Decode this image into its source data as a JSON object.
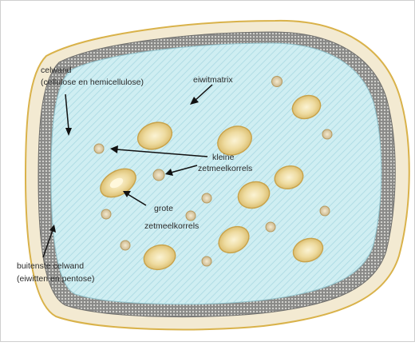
{
  "figure": {
    "colors": {
      "outer_wall_fill": "#f3ead2",
      "outer_wall_stroke": "#d9b24a",
      "cell_wall_fill": "#7a7a78",
      "matrix_fill": "#cfeef2",
      "matrix_hatch": "#a9d8e2",
      "granule_fill": "#eedba0",
      "granule_stroke": "#c8a24a",
      "small_granule_fill": "#e8d8b0",
      "arrow": "#111111"
    },
    "labels": {
      "celwand_line1": "celwand",
      "celwand_line2": "(cellulose en hemicellulose)",
      "eiwitmatrix": "eiwitmatrix",
      "kleine_line1": "kleine",
      "kleine_line2": "zetmeelkorrels",
      "grote_line1": "grote",
      "grote_line2": "zetmeelkorrels",
      "buitenste_line1": "buitenste celwand",
      "buitenste_line2": "(eiwitten en pentose)"
    }
  }
}
